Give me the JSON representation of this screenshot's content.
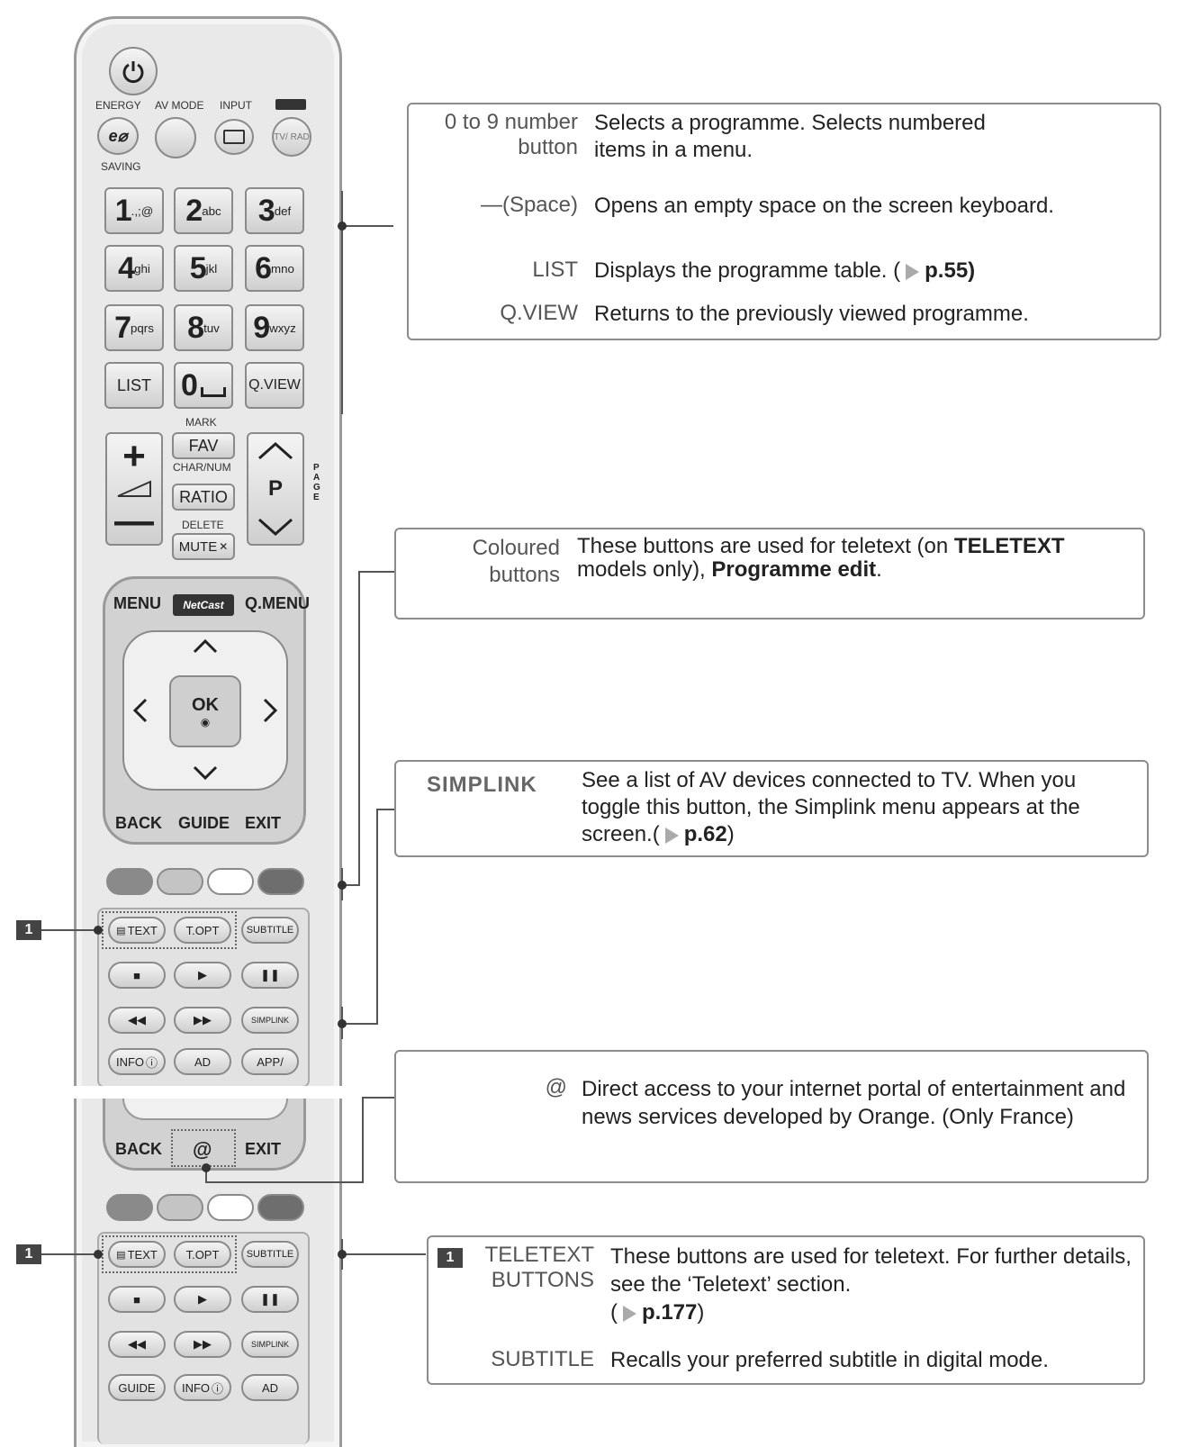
{
  "remote": {
    "top_labels": {
      "energy": "ENERGY",
      "saving": "SAVING",
      "av_mode": "AV MODE",
      "input": "INPUT",
      "tv_rad": "TV/ RAD"
    },
    "number_keys": [
      {
        "digit": "1",
        "sub": ".,;@"
      },
      {
        "digit": "2",
        "sub": "abc"
      },
      {
        "digit": "3",
        "sub": "def"
      },
      {
        "digit": "4",
        "sub": "ghi"
      },
      {
        "digit": "5",
        "sub": "jkl"
      },
      {
        "digit": "6",
        "sub": "mno"
      },
      {
        "digit": "7",
        "sub": "pqrs"
      },
      {
        "digit": "8",
        "sub": "tuv"
      },
      {
        "digit": "9",
        "sub": "wxyz"
      }
    ],
    "list": "LIST",
    "zero": "0",
    "qview": "Q.VIEW",
    "mark": "MARK",
    "fav": "FAV",
    "charnum": "CHAR/NUM",
    "ratio": "RATIO",
    "delete": "DELETE",
    "mute": "MUTE",
    "p": "P",
    "page": "PAGE",
    "menu": "MENU",
    "netcast": "NetCast",
    "qmenu": "Q.MENU",
    "ok": "OK",
    "back": "BACK",
    "guide": "GUIDE",
    "exit": "EXIT",
    "text": "TEXT",
    "topt": "T.OPT",
    "subtitle": "SUBTITLE",
    "info": "INFO",
    "ad": "AD",
    "app": "APP/",
    "at": "@",
    "simplink_small": "SIMPLINK"
  },
  "callouts": {
    "numbers": {
      "rows": [
        {
          "term": "0 to 9 number button",
          "desc": "Selects a programme. Selects numbered items in a menu."
        },
        {
          "term": "(Space)",
          "desc": "Opens an empty space on the screen keyboard."
        },
        {
          "term": "LIST",
          "desc": "Displays the programme table. (",
          "ref": "p.55)"
        },
        {
          "term": "Q.VIEW",
          "desc": "Returns to the previously viewed programme."
        }
      ]
    },
    "coloured": {
      "term": "Coloured buttons",
      "desc_a": "These buttons are used for teletext (on ",
      "desc_b": "TELETEXT",
      "desc_c": " models only), ",
      "desc_d": "Programme edit",
      "desc_e": "."
    },
    "simplink": {
      "term": "SIMPLINK",
      "desc": "See a list of AV devices connected to TV. When you toggle this button, the Simplink menu appears at the screen.(",
      "ref": "p.62",
      "close": ")"
    },
    "at": {
      "term": "@",
      "desc": "Direct access to your internet portal of entertainment and news services developed by Orange. (Only France)"
    },
    "teletext": {
      "marker": "1",
      "term": "TELETEXT BUTTONS",
      "desc": "These buttons are used for teletext. For further details, see the ‘Teletext’ section.",
      "ref": "p.177",
      "close": ")",
      "subtitle_term": "SUBTITLE",
      "subtitle_desc": "Recalls your preferred subtitle in digital mode."
    }
  },
  "markers": {
    "one": "1"
  },
  "colors": {
    "red": "#8a8a8a",
    "green": "#c4c4c4",
    "yellow": "#ffffff",
    "blue": "#6e6e6e"
  }
}
